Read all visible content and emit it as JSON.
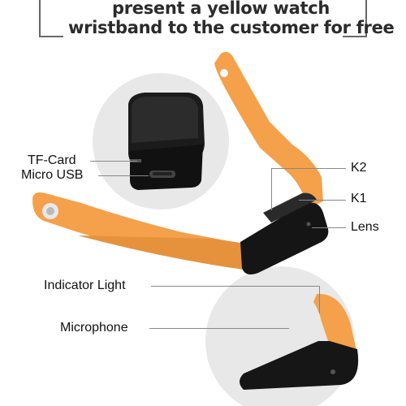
{
  "banner": {
    "line1": "present a yellow watch",
    "line2": "wristband to the customer for free"
  },
  "labels": {
    "tf_card": "TF-Card",
    "micro_usb": "Micro USB",
    "k2": "K2",
    "k1": "K1",
    "lens": "Lens",
    "indicator_light": "Indicator Light",
    "microphone": "Microphone"
  },
  "colors": {
    "band": "#f5a04a",
    "band_dark": "#e08a30",
    "device": "#1a1a1a",
    "circle_bg": "#e9e9e9",
    "text": "#111111"
  }
}
